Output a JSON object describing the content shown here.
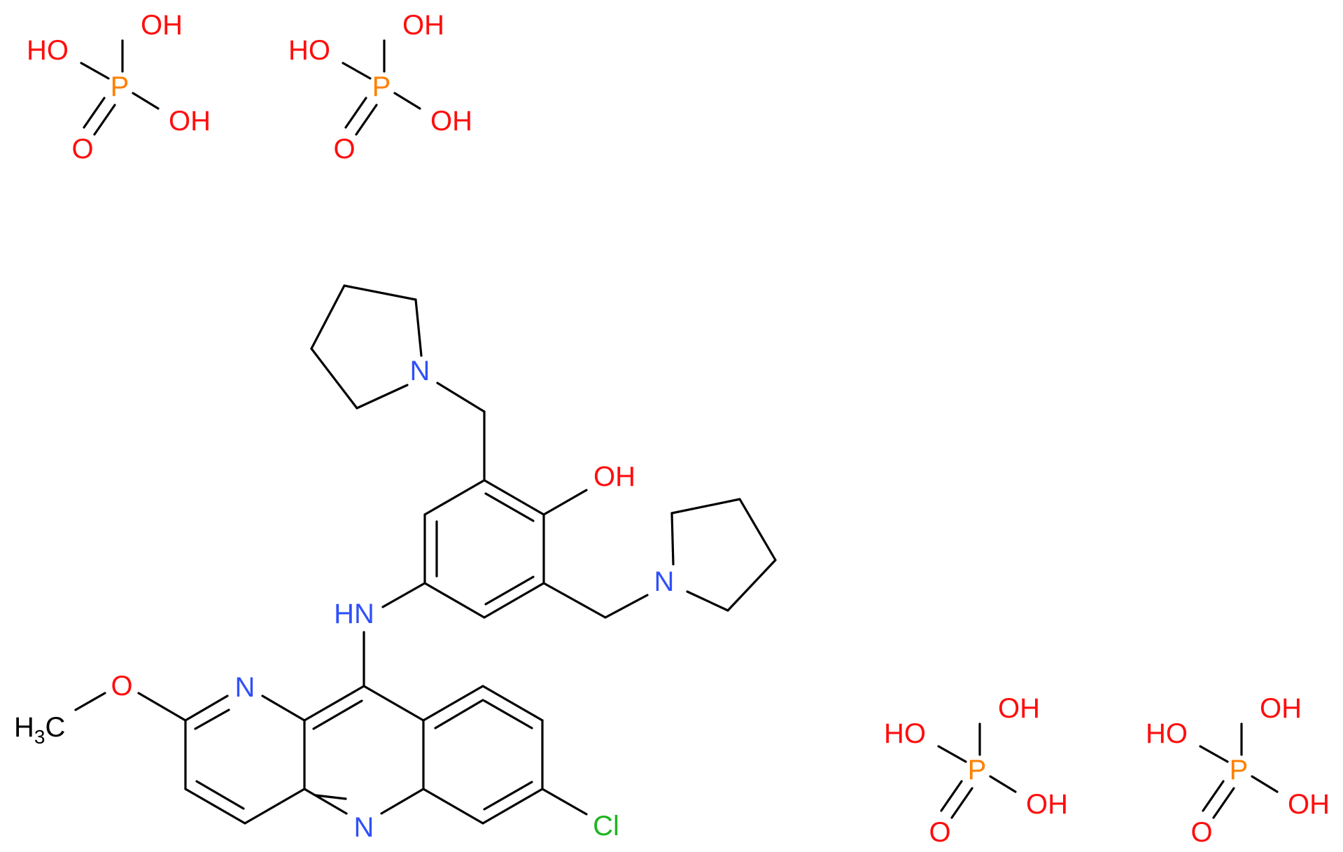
{
  "colors": {
    "bond": "#000000",
    "O": "#ff0d0d",
    "N": "#3050f8",
    "P": "#ff8000",
    "Cl": "#1fb51f",
    "C": "#000000"
  },
  "phosphoric_acid_labels": {
    "p": "P",
    "oh_top": "OH",
    "ho_left": "HO",
    "oh_right": "OH",
    "o_double": "O"
  },
  "main_molecule": {
    "phenol_oh": "OH",
    "pyrrolidine_n_top": "N",
    "pyrrolidine_n_right": "N",
    "amine_nh": "HN",
    "ring_n_pyridine": "N",
    "ring_n_acridine": "N",
    "methoxy_o": "O",
    "methyl_h": "H",
    "methyl_sub": "3",
    "methyl_c": "C",
    "chloro": "Cl"
  }
}
